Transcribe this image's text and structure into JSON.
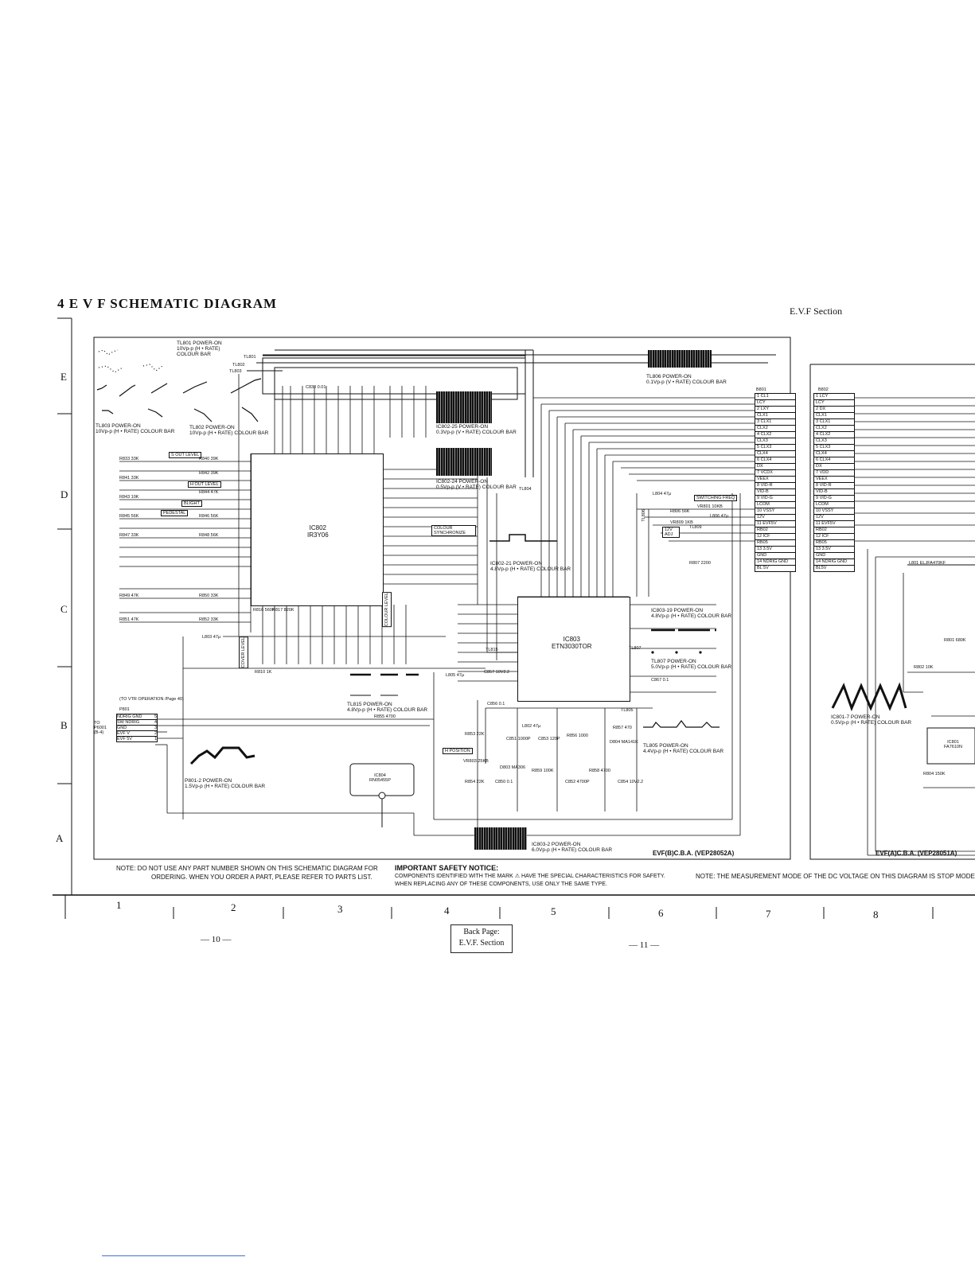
{
  "header": {
    "title": "4  E V F  SCHEMATIC DIAGRAM",
    "section": "E.V.F Section"
  },
  "rows": [
    "E",
    "D",
    "C",
    "B",
    "A"
  ],
  "columns": [
    "1",
    "2",
    "3",
    "4",
    "5",
    "6",
    "7",
    "8"
  ],
  "ics": {
    "ic802": {
      "ref": "IC802",
      "part": "IR3Y06"
    },
    "ic803": {
      "ref": "IC803",
      "part": "ETN3030TOR"
    },
    "ic804": {
      "ref": "IC804",
      "part": "RN05455P"
    },
    "ic801": {
      "ref": "IC801",
      "part": "FA7610N"
    }
  },
  "connectors": {
    "p801": {
      "ref": "P801",
      "to": "TO P6001 (B-4)",
      "heading": "(TO VTR OPERATION /Page 40)",
      "pins": [
        "NDRIG GND",
        "SW NDRIG",
        "GND",
        "EVF V",
        "EVF 5V"
      ],
      "numbers": [
        "5",
        "4",
        "3",
        "2",
        "1"
      ]
    },
    "b801": {
      "ref": "B801",
      "pins": [
        "1 CL1",
        "LCY",
        "2 LXY",
        "CLX1",
        "3 CLX1",
        "CLX2",
        "4 CLX2",
        "CLX3",
        "5 CLX3",
        "CLX4",
        "6 CLX4",
        "DX",
        "7 VCDX",
        "VEEX",
        "8 VID-R",
        "VID-B",
        "9 VID-G",
        "LCOM",
        "10 VSSY",
        "12V",
        "11 EVF5V",
        "RB02",
        "12 ICF",
        "RB05",
        "13 3.5V",
        "GND",
        "14 NDRIG GND",
        "BL 5V"
      ]
    },
    "b802": {
      "ref": "B802",
      "pins": [
        "1 LCY",
        "LCY",
        "2 DX",
        "CLX1",
        "3 CLX1",
        "CLX2",
        "4 CLX2",
        "CLX3",
        "5 CLX3",
        "CLX4",
        "6 CLX4",
        "DX",
        "7 VDD",
        "VEEX",
        "8 VID-R",
        "VID-B",
        "9 VID-G",
        "LCOM",
        "10 VSSY",
        "12V",
        "11 EVF5V",
        "RB02",
        "12 ICF",
        "RB05",
        "13 3.5V",
        "GND",
        "14 NDRIG GND",
        "BL5V"
      ]
    }
  },
  "labels": {
    "s_out_level": "S OUT LEVEL",
    "h_out_level": "H OUT LEVEL",
    "bright": "BLIGHT",
    "pedestal": "PEDESTAL",
    "colour_synchronize": "COLOUR SYNCHRONIZE",
    "switching_freq": "SWITCHING FREQ",
    "v12_adj": "12V ADJ",
    "h_position": "H POSITION",
    "colour_level": "COLOUR LEVEL",
    "cover_level": "COVER LEVEL"
  },
  "waveforms": {
    "tl801": {
      "title": "TL801 POWER-ON",
      "line1": "10Vp-p (H • RATE)",
      "line2": "COLOUR BAR"
    },
    "tl803": {
      "title": "TL803 POWER-ON",
      "line1": "10Vp-p (H • RATE)  COLOUR BAR"
    },
    "tl802": {
      "title": "TL802 POWER-ON",
      "line1": "10Vp-p (H • RATE)  COLOUR BAR"
    },
    "tl806": {
      "title": "TL806 POWER-ON",
      "line1": "0.1Vp-p (V • RATE)  COLOUR BAR"
    },
    "ic802_25": {
      "title": "IC802-25 POWER-ON",
      "line1": "0.3Vp-p (V • RATE)  COLOUR BAR"
    },
    "ic802_24": {
      "title": "IC802-24 POWER-ON",
      "line1": "0.5Vp-p (V • RATE)  COLOUR BAR"
    },
    "ic802_21": {
      "title": "IC802-21 POWER-ON",
      "line1": "4.8Vp-p (H • RATE)  COLOUR BAR"
    },
    "ic803_19": {
      "title": "IC803-19 POWER-ON",
      "line1": "4.8Vp-p (H • RATE)  COLOUR BAR"
    },
    "tl807": {
      "title": "TL807 POWER-ON",
      "line1": "5.0Vp-p (H • RATE)  COLOUR BAR"
    },
    "tl815": {
      "title": "TL815 POWER-ON",
      "line1": "4.8Vp-p (H • RATE)  COLOUR BAR"
    },
    "tl805": {
      "title": "TL805 POWER-ON",
      "line1": "4.4Vp-p (H • RATE)  COLOUR BAR"
    },
    "p801_2": {
      "title": "P801-2 POWER-ON",
      "line1": "1.5Vp-p (H • RATE)  COLOUR BAR"
    },
    "ic803_2": {
      "title": "IC803-2 POWER-ON",
      "line1": "6.0Vp-p (H • RATE)  COLOUR BAR"
    },
    "ic801_7": {
      "title": "IC801-7 POWER-ON",
      "line1": "0.5Vp-p (H • RATE)  COLOUR BAR"
    }
  },
  "test_points": [
    "TL801",
    "TL802",
    "TL803",
    "TL804",
    "TL805",
    "TL806",
    "TL807",
    "TL809",
    "TL815"
  ],
  "components": {
    "r833": "R833 33K",
    "r841": "R841 33K",
    "r843": "R843 10K",
    "r845": "R845 56K",
    "r847": "R847 33K",
    "r849": "R849 47K",
    "r851": "R851 47K",
    "r840": "R840 39K",
    "r842": "R842 39K",
    "r844": "R844 47K",
    "r846": "R846 56K",
    "r848": "R848 56K",
    "r850": "R850 33K",
    "r852": "R852 33K",
    "r816": "R816 560K",
    "r817": "R817 820K",
    "r810": "R810 1K",
    "r855": "R855 4700",
    "r853": "R853 22K",
    "r854": "R854 22K",
    "r856": "R856 1000",
    "r857": "R857 470",
    "r858": "R858 4700",
    "r859": "R859 100K",
    "r801": "R801 680K",
    "r802": "R802 10K",
    "r804": "R804 150K",
    "r807": "R807 2200",
    "r806": "R806 56K",
    "l801": "L801 ELJFA470KF",
    "l803": "L803 47µ",
    "l804": "L804 47µ",
    "l805": "L805 47µ",
    "l806": "L806 47µ",
    "l802": "L802 47µ",
    "d803": "D803 MA306",
    "d804": "D804 MA141K",
    "c830": "C830 0.01",
    "c857": "C857 10V2.2",
    "c867": "C867 0.1",
    "c856": "C856 0.1",
    "c851": "C851 1000P",
    "c853": "C853 120P",
    "c852": "C852 4700P",
    "c854": "C854 10V2.2",
    "c850": "C850 0.1",
    "vr803": "VR803 25KB",
    "vr809": "VR809 1KB",
    "vr801": "VR801 10KB"
  },
  "board_labels": {
    "b": "EVF(B)C.B.A. (VEP28052A)",
    "a": "EVF(A)C.B.A. (VEP28051A)"
  },
  "notes": {
    "note1_a": "NOTE: DO NOT USE ANY PART NUMBER SHOWN ON THIS SCHEMATIC DIAGRAM FOR",
    "note1_b": "ORDERING.  WHEN YOU ORDER A PART, PLEASE REFER TO PARTS LIST.",
    "safety_title": "IMPORTANT SAFETY NOTICE:",
    "safety_a": "COMPONENTS IDENTIFIED WITH THE MARK ⚠ HAVE THE SPECIAL CHARACTERISTICS FOR SAFETY.",
    "safety_b": "WHEN REPLACING ANY OF THESE COMPONENTS, USE ONLY THE SAME TYPE.",
    "note2": "NOTE: THE MEASUREMENT MODE OF THE DC VOLTAGE ON THIS DIAGRAM IS STOP MODE."
  },
  "footer": {
    "page_left": "— 10 —",
    "page_right": "— 11 —",
    "back_page_line1": "Back Page:",
    "back_page_line2": "E.V.F. Section"
  }
}
